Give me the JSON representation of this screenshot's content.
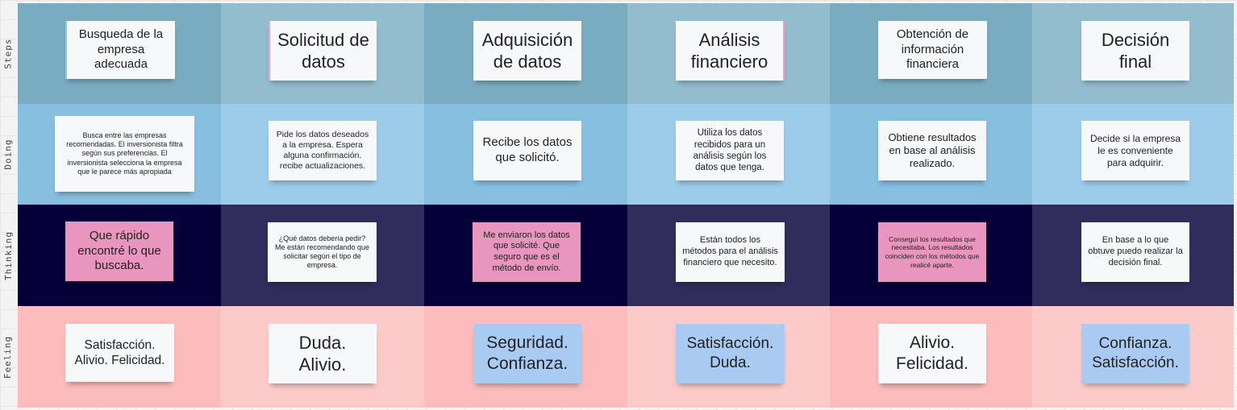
{
  "rows": [
    {
      "label": "Steps"
    },
    {
      "label": "Doing"
    },
    {
      "label": "Thinking"
    },
    {
      "label": "Feeling"
    }
  ],
  "colors": {
    "steps": [
      "#7aacc1",
      "#92bdcf"
    ],
    "doing": [
      "#86bfe0",
      "#9cccea"
    ],
    "thinking": [
      "#050037",
      "#302d5d"
    ],
    "feeling": [
      "#fbbcbb",
      "#fccac9"
    ],
    "note_white": "#f7f8fa",
    "note_pink": "#e896bd",
    "note_blue": "#a9cbf1"
  },
  "steps": [
    "Busqueda de la empresa adecuada",
    "Solicitud de datos",
    "Adquisición de datos",
    "Análisis financiero",
    "Obtención de información financiera",
    "Decisión final"
  ],
  "doing": [
    "Busca entre las empresas recomendadas. El inversionista filtra según sus preferencias. El inversionista selecciona la empresa que le parece más apropiada",
    "Pide los datos deseados a la empresa. Espera alguna confirmación. recibe actualizaciones.",
    "Recibe los datos que solicitó.",
    "Utiliza los datos recibidos para un análisis según los datos que tenga.",
    "Obtiene resultados en base al análisis realizado.",
    "Decide si la empresa le es conveniente para adquirir."
  ],
  "thinking": [
    "Que rápido encontré lo que buscaba.",
    "¿Qué datos debería pedir? Me están recomendando que solicitar según el tipo de empresa.",
    "Me enviaron los datos que solicité. Que seguro que es el método de envío.",
    "Están todos los métodos para el análisis financiero que necesito.",
    "Conseguí los resultados que necesitaba. Los resultados coinciden con los métodos que realicé aparte.",
    "En base a lo que obtuve puedo realizar la decisión final."
  ],
  "feeling": [
    "Satisfacción. Alivio. Felicidad.",
    "Duda. Alivio.",
    "Seguridad. Confianza.",
    "Satisfacción. Duda.",
    "Alivio. Felicidad.",
    "Confianza. Satisfacción."
  ]
}
